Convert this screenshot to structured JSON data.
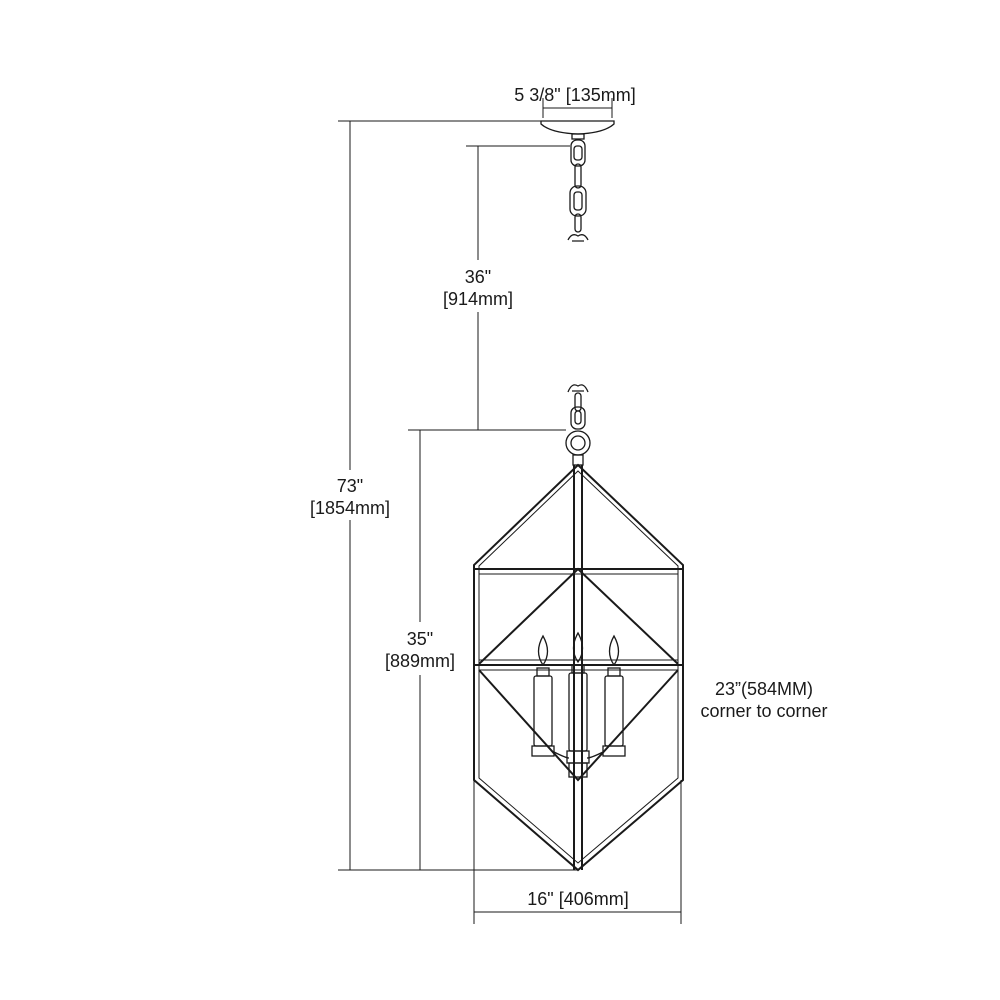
{
  "dimensions": {
    "canopy_width": "5 3/8\" [135mm]",
    "chain_length_in": "36\"",
    "chain_length_mm": "[914mm]",
    "overall_height_in": "73\"",
    "overall_height_mm": "[1854mm]",
    "fixture_height_in": "35\"",
    "fixture_height_mm": "[889mm]",
    "corner_to_corner_value": "23”(584MM)",
    "corner_to_corner_label": "corner to corner",
    "fixture_width": "16\" [406mm]"
  }
}
